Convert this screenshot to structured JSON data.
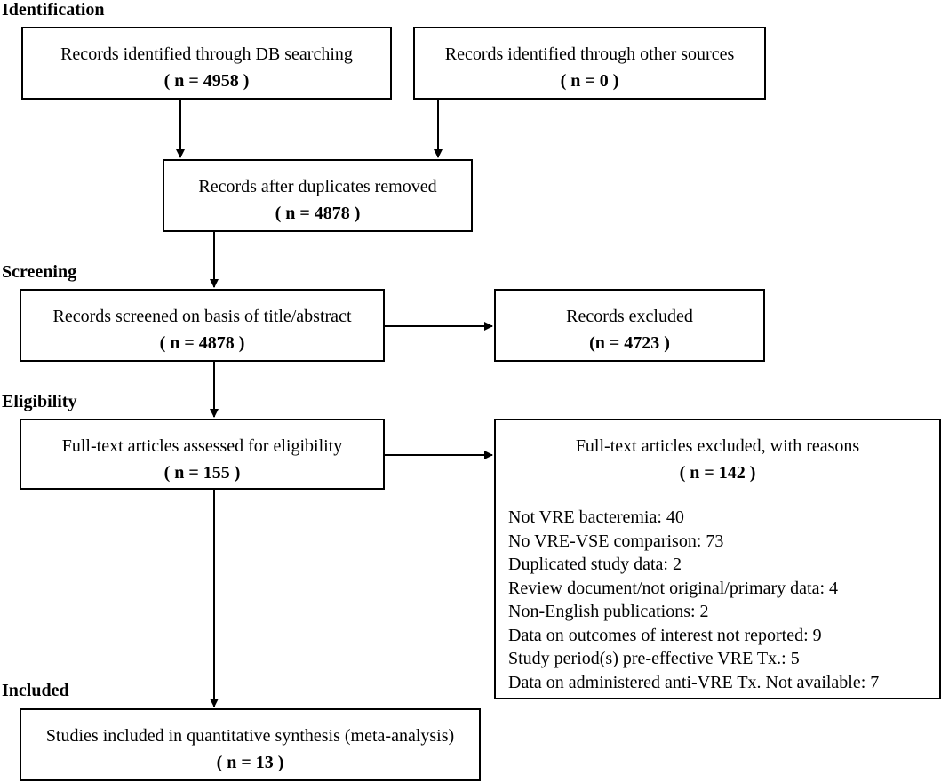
{
  "sections": {
    "identification": "Identification",
    "screening": "Screening",
    "eligibility": "Eligibility",
    "included": "Included"
  },
  "boxes": {
    "db_search": {
      "title": "Records identified through DB searching",
      "count": "( n = 4958 )"
    },
    "other_sources": {
      "title": "Records identified through other sources",
      "count": "( n = 0 )"
    },
    "after_duplicates": {
      "title": "Records after duplicates removed",
      "count": "( n = 4878 )"
    },
    "screened": {
      "title": "Records screened on basis of title/abstract",
      "count": "( n = 4878 )"
    },
    "excluded": {
      "title": "Records excluded",
      "count": "(n = 4723 )"
    },
    "assessed": {
      "title": "Full-text articles assessed for eligibility",
      "count": "( n = 155 )"
    },
    "fulltext_excluded": {
      "title": "Full-text articles excluded, with reasons",
      "count": "( n = 142 )",
      "reasons": [
        "Not VRE bacteremia: 40",
        "No VRE-VSE comparison: 73",
        "Duplicated study data: 2",
        "Review document/not original/primary data: 4",
        "Non-English publications: 2",
        "Data on outcomes of interest not reported: 9",
        "Study period(s) pre-effective VRE Tx.: 5",
        "Data on administered anti-VRE Tx. Not available: 7"
      ]
    },
    "included": {
      "title": "Studies included in quantitative synthesis (meta-analysis)",
      "count": "( n = 13 )"
    }
  }
}
